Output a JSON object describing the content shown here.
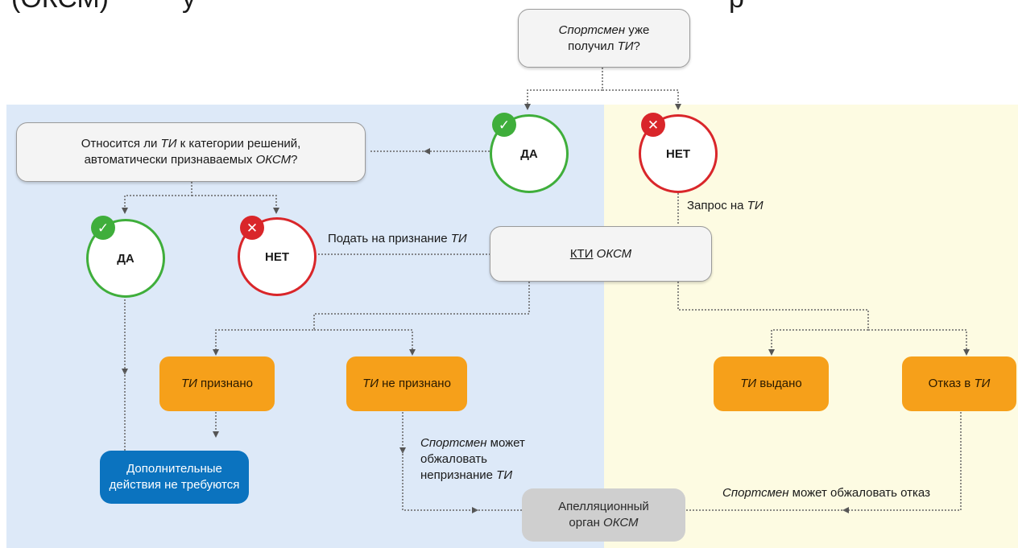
{
  "top_text": [
    "(ОКСМ)",
    "у",
    "р"
  ],
  "question_top": {
    "line1_italic": "Спортсмен",
    "line1_rest": " уже",
    "line2_prefix": "получил ",
    "line2_italic": "ТИ",
    "line2_suffix": "?"
  },
  "circle_yes_top": {
    "label": "ДА"
  },
  "circle_no_top": {
    "label": "НЕТ"
  },
  "question_category": {
    "l1_a": "Относится ли ",
    "l1_b": "ТИ",
    "l1_c": " к категории решений,",
    "l2_a": "автоматически признаваемых ",
    "l2_b": "ОКСМ",
    "l2_c": "?"
  },
  "circle_yes_left": {
    "label": "ДА"
  },
  "circle_no_left": {
    "label": "НЕТ"
  },
  "label_submit": {
    "prefix": "Подать на признание ",
    "italic": "ТИ"
  },
  "label_request": {
    "prefix": "Запрос на ",
    "italic": "ТИ"
  },
  "ktti": {
    "underlined": "КТИ",
    "space": " ",
    "italic": "ОКСМ"
  },
  "ti_recognized": {
    "italic": "ТИ",
    "rest": " признано"
  },
  "ti_not_recognized": {
    "italic": "ТИ",
    "rest": " не признано"
  },
  "ti_issued": {
    "italic": "ТИ",
    "rest": " выдано"
  },
  "refusal": {
    "prefix": "Отказ в ",
    "italic": "ТИ"
  },
  "no_action": {
    "line1": "Дополнительные",
    "line2": "действия не требуются"
  },
  "appeal_note_left": {
    "l1_italic": "Спортсмен",
    "l1_rest": " может",
    "l2": "обжаловать",
    "l3_prefix": "непризнание ",
    "l3_italic": "ТИ"
  },
  "appeal_note_right": {
    "italic": "Спортсмен",
    "rest": " может обжаловать отказ"
  },
  "appeal_body": {
    "line1": "Апелляционный",
    "line2_prefix": "орган ",
    "line2_italic": "ОКСМ"
  },
  "colors": {
    "yes": "#3fae3b",
    "no": "#d9262a",
    "orange": "#f6a01a",
    "blue": "#0b73bf",
    "left_bg": "#dde9f8",
    "right_bg": "#fdfbe2"
  },
  "icons": {
    "yes_badge": "check-icon",
    "no_badge": "cross-icon"
  }
}
